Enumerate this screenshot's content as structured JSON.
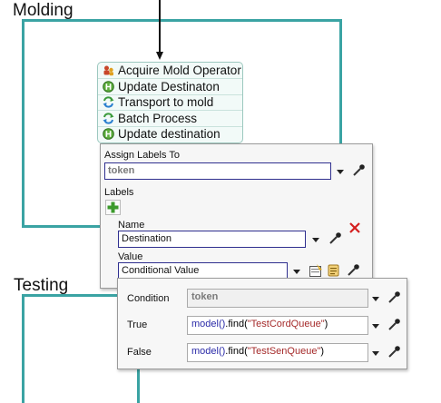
{
  "areas": {
    "molding_label": "Molding",
    "testing_label": "Testing"
  },
  "activities": [
    {
      "label": "Acquire Mold Operator",
      "icon": "acquire-icon"
    },
    {
      "label": "Update Destinaton",
      "icon": "label-update-icon"
    },
    {
      "label": "Transport to mold",
      "icon": "transport-icon"
    },
    {
      "label": "Batch Process",
      "icon": "batch-icon"
    },
    {
      "label": "Update destination",
      "icon": "label-update-icon"
    }
  ],
  "assign_panel": {
    "assign_to_label": "Assign Labels To",
    "assign_to_value": "token",
    "labels_heading": "Labels",
    "name_label": "Name",
    "name_value": "Destination",
    "value_label": "Value",
    "value_value": "Conditional Value"
  },
  "conditional_panel": {
    "condition_label": "Condition",
    "condition_value": "token",
    "true_label": "True",
    "true_fn": "model()",
    "true_dot": ".find(",
    "true_arg": "\"TestCordQueue\"",
    "true_close": ")",
    "false_label": "False",
    "false_fn": "model()",
    "false_dot": ".find(",
    "false_arg": "\"TestSenQueue\"",
    "false_close": ")"
  },
  "colors": {
    "area_border": "#3aa3a3",
    "field_border": "#2f2f8f",
    "add_green": "#3c9a2c",
    "delete_red": "#d42020"
  }
}
